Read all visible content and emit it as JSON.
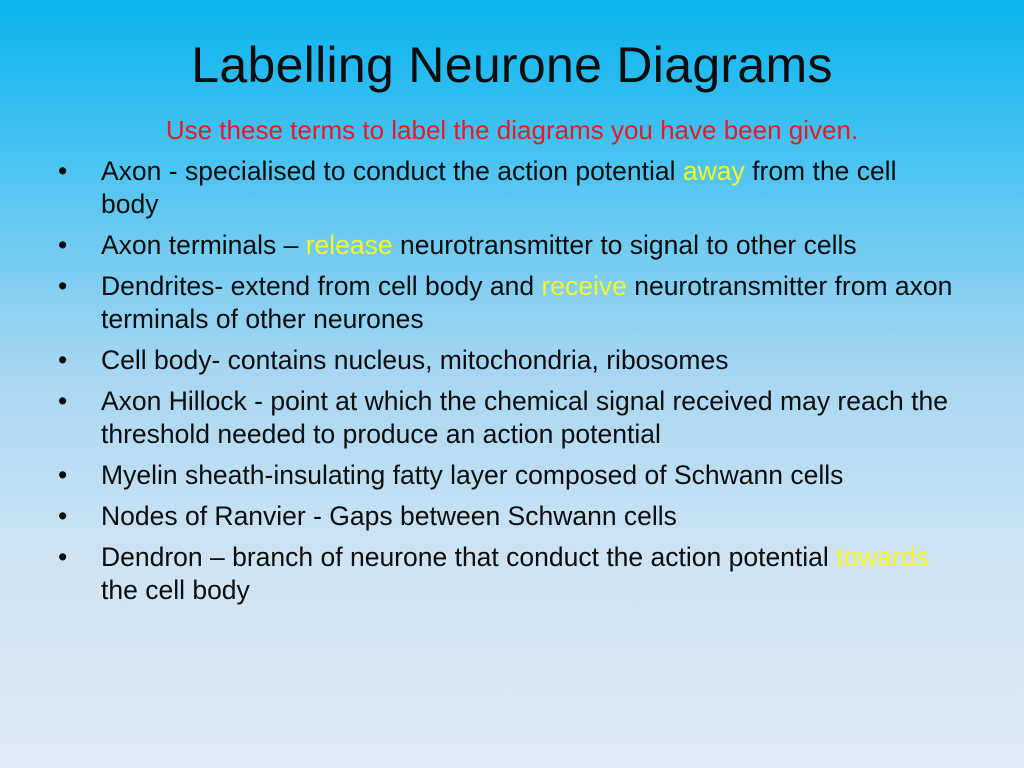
{
  "slide": {
    "title": "Labelling Neurone Diagrams",
    "subtitle": "Use these terms to label the diagrams you have been given.",
    "bullet_symbol": "•",
    "highlight_color": "#f5f52b",
    "subtitle_color": "#e81a24",
    "items": [
      {
        "before": "Axon - specialised to conduct the action potential ",
        "highlight": "away",
        "after": " from the cell body"
      },
      {
        "before": "Axon terminals – ",
        "highlight": "release",
        "after": " neurotransmitter to signal to other cells"
      },
      {
        "before": "Dendrites- extend from cell body and ",
        "highlight": "receive",
        "after": " neurotransmitter from axon terminals of other neurones"
      },
      {
        "before": "Cell body- contains nucleus, mitochondria, ribosomes",
        "highlight": "",
        "after": ""
      },
      {
        "before": "Axon Hillock - point at which the chemical signal received may reach the threshold needed to produce an action potential",
        "highlight": "",
        "after": ""
      },
      {
        "before": "Myelin sheath-insulating fatty layer composed of Schwann cells",
        "highlight": "",
        "after": ""
      },
      {
        "before": "Nodes of Ranvier - Gaps between Schwann cells",
        "highlight": "",
        "after": ""
      },
      {
        "before": "Dendron – branch of neurone that conduct the action potential ",
        "highlight": "towards",
        "after": " the cell body"
      }
    ]
  }
}
